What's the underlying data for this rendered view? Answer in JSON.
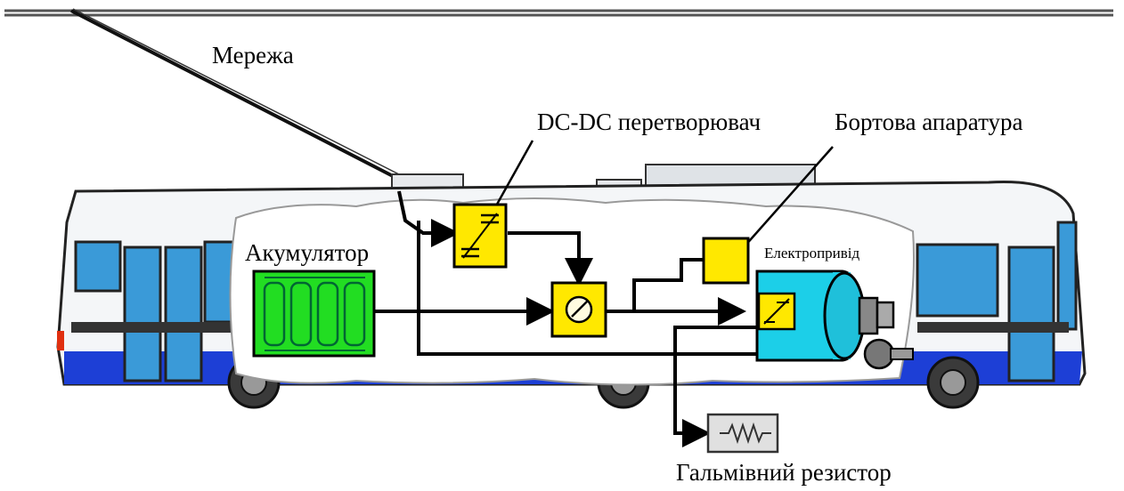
{
  "labels": {
    "network": "Мережа",
    "dcdc": "DC-DC перетворювач",
    "onboard": "Бортова апаратура",
    "battery": "Акумулятор",
    "drive": "Електропривід",
    "brake_resistor": "Гальмівний резистор"
  },
  "colors": {
    "body_white": "#f4f6f8",
    "stripe_blue": "#1d3fd6",
    "window_blue": "#3a9ad8",
    "converter_yellow": "#ffe800",
    "battery_green": "#22dd22",
    "motor_cyan": "#1ccfe8",
    "wire": "#000000"
  }
}
